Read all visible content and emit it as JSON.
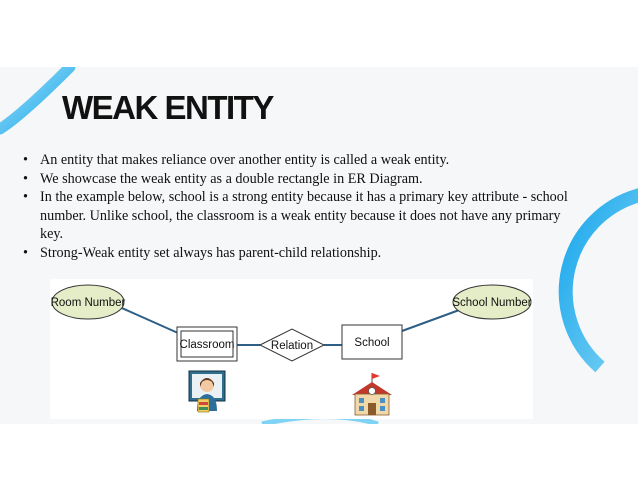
{
  "slide": {
    "title": "WEAK ENTITY",
    "bullets": [
      "An entity that makes reliance over another entity is called a weak  entity.",
      "We showcase the weak entity as a double rectangle in ER Diagram.",
      "In the example below, school is a strong entity because it has a  primary key attribute - school number. Unlike school, the classroom  is a weak entity because it does not have any primary key.",
      "Strong-Weak entity set always has parent-child relationship."
    ],
    "accent_color": "#1aa7ec"
  },
  "diagram": {
    "attributes": {
      "room_number": "Room Number",
      "school_number": "School Number"
    },
    "entities": {
      "weak": "Classroom",
      "strong": "School"
    },
    "relationship": "Relation",
    "colors": {
      "attribute_fill": "#e5edc8",
      "connector": "#2e5f86"
    },
    "icons": [
      "teacher-icon",
      "school-building-icon"
    ]
  }
}
